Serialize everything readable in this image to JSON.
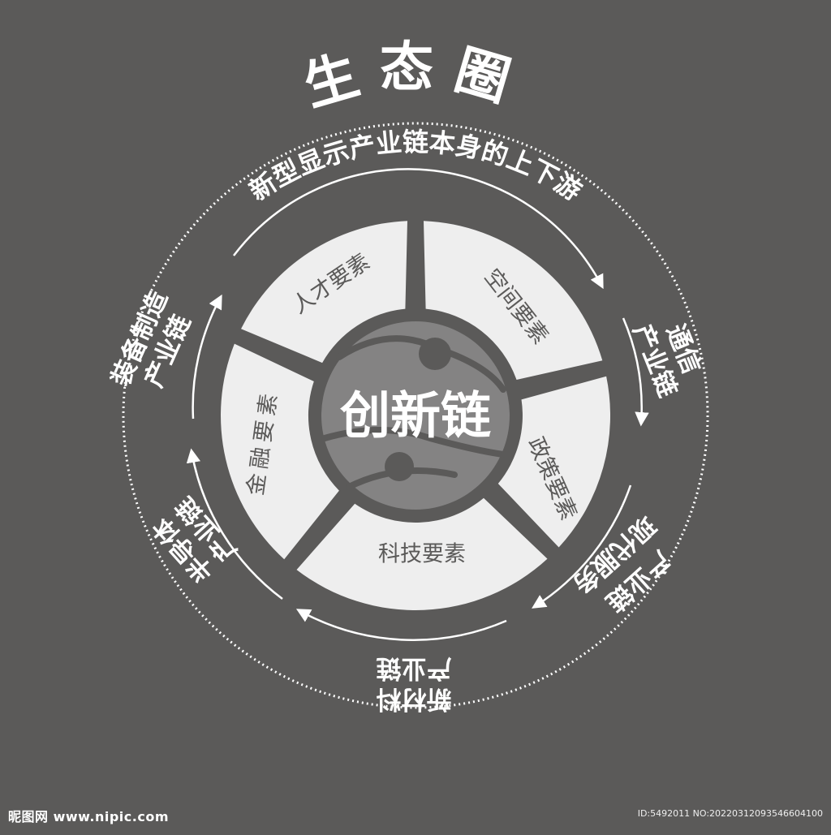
{
  "title": "生态圈",
  "outer_arc_label": "新型显示产业链本身的上下游",
  "industry_chains": [
    {
      "id": "tongxin",
      "lines": [
        "通信",
        "产业链"
      ]
    },
    {
      "id": "xiandai",
      "lines": [
        "现代服务",
        "产业链"
      ]
    },
    {
      "id": "xincailiao",
      "lines": [
        "新材料",
        "产业链"
      ]
    },
    {
      "id": "bandaoti",
      "lines": [
        "半导体",
        "产业链"
      ]
    },
    {
      "id": "zhuangbei",
      "lines": [
        "装备制造",
        "产业链"
      ]
    }
  ],
  "elements": [
    {
      "id": "rencai",
      "label": "人才要素"
    },
    {
      "id": "kongjian",
      "label": "空间要素"
    },
    {
      "id": "zhengce",
      "label": "政策要素"
    },
    {
      "id": "keji",
      "label": "科技要素"
    },
    {
      "id": "jinrong",
      "label": "金融要素"
    }
  ],
  "center_label": "创新链",
  "watermark": {
    "left": "昵图网 www.nipic.com",
    "right": "ID:5492011 NO:20220312093546604100"
  },
  "colors": {
    "background": "#5b5a59",
    "segment": "#eeeeee",
    "white": "#ffffff",
    "globe": "#848383",
    "globe_lines": "#5b5a59"
  }
}
